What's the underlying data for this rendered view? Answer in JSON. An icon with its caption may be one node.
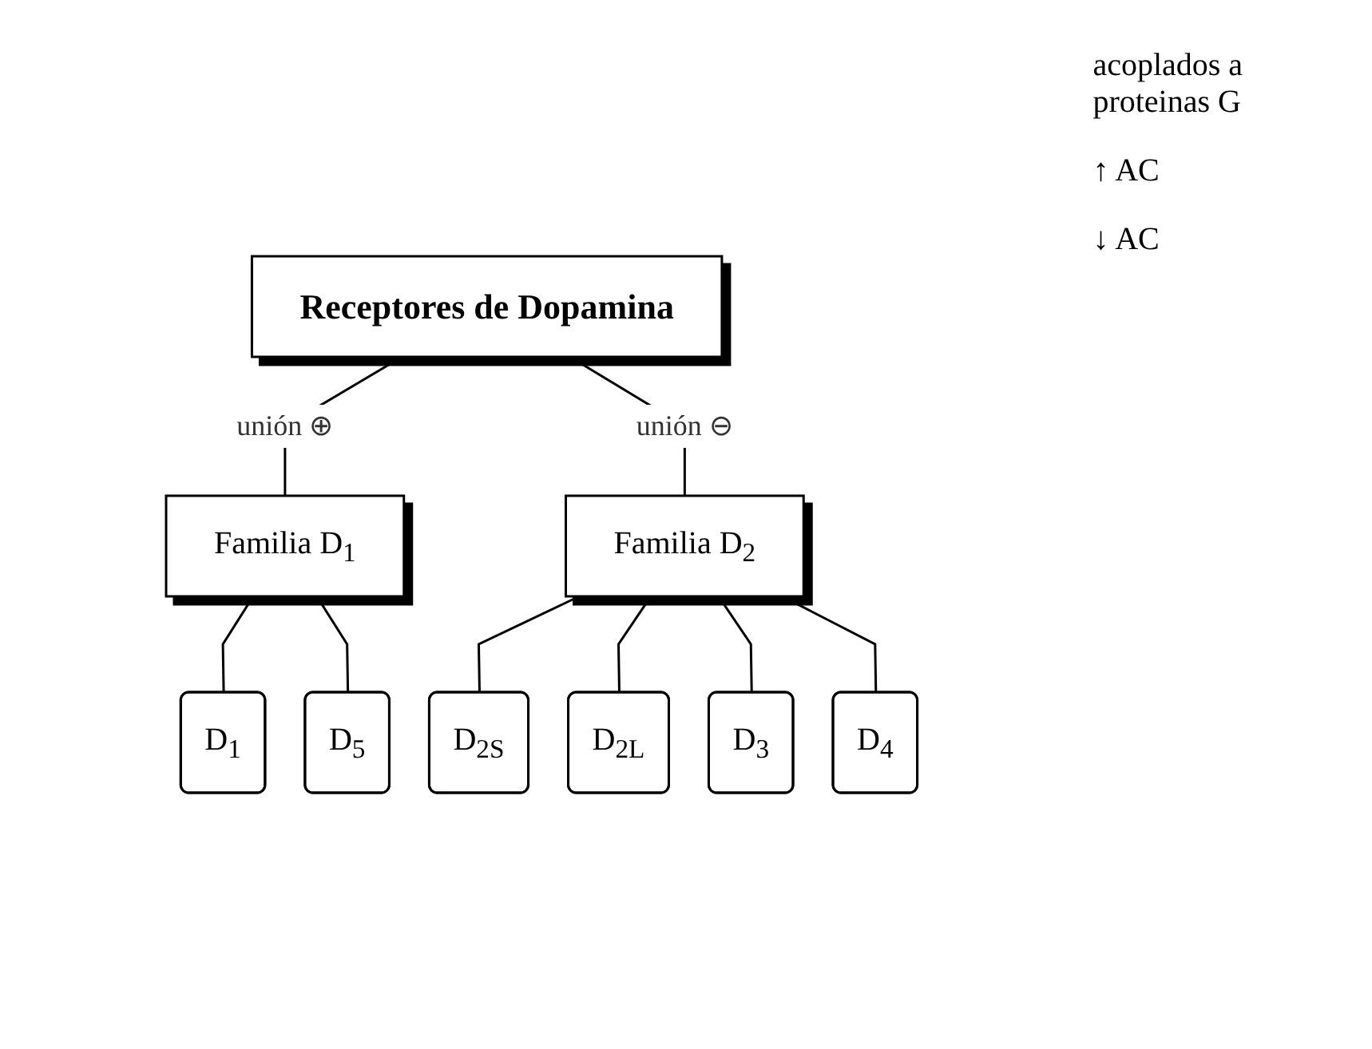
{
  "diagram": {
    "nodes": [
      {
        "text": [
          "Receptores de Dopamina"
        ]
      },
      {
        "text": [
          "Familia D$_{1}$"
        ]
      },
      {
        "text": [
          "Familia D$_{2}$"
        ]
      },
      {
        "text": [
          "D$_{1}$"
        ]
      },
      {
        "text": [
          "D$_{5}$"
        ]
      },
      {
        "text": [
          "D$_{2S}$"
        ]
      },
      {
        "text": [
          "D$_{2L}$"
        ]
      },
      {
        "text": [
          "D$_{3}$"
        ]
      },
      {
        "text": [
          "D$_{4}$"
        ]
      }
    ],
    "edges": [
      {
        "from": 0,
        "to": 1,
        "arrow": "none",
        "label": "unión ⊕"
      },
      {
        "from": 0,
        "to": 2,
        "arrow": "none",
        "label": "unión ⊖"
      },
      {
        "from": 1,
        "to": 3,
        "arrow": "none"
      },
      {
        "from": 1,
        "to": 4,
        "arrow": "none"
      },
      {
        "from": 2,
        "to": 5,
        "arrow": "none"
      },
      {
        "from": 2,
        "to": 6,
        "arrow": "none"
      },
      {
        "from": 2,
        "to": 7,
        "arrow": "none"
      },
      {
        "from": 2,
        "to": 8,
        "arrow": "none"
      }
    ],
    "labels": [
      "acoplados a proteinas G",
      "↑ AC",
      "↓ AC"
    ]
  }
}
